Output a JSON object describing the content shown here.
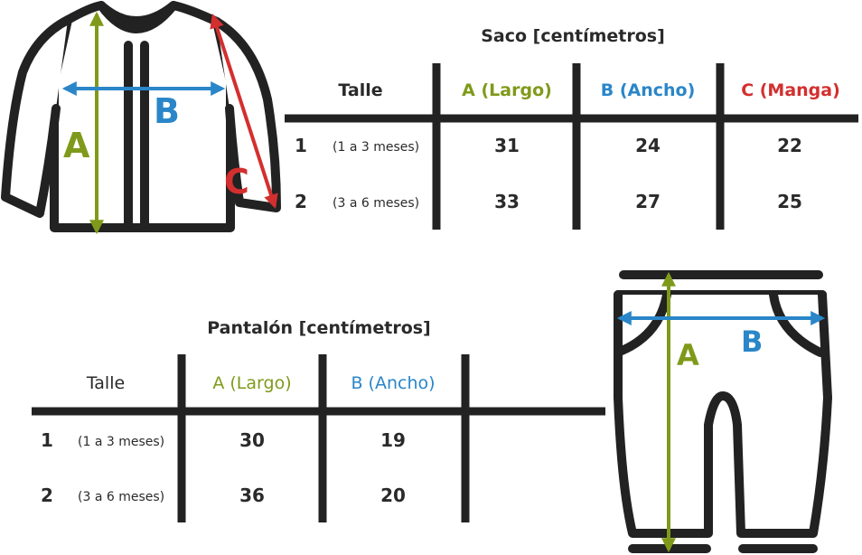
{
  "colors": {
    "a_green": "#7f9a1a",
    "b_blue": "#2a86c8",
    "c_red": "#d32f2f",
    "outline": "#222222"
  },
  "icons": [
    "jacket-icon",
    "pants-icon"
  ],
  "saco": {
    "title": "Saco [centímetros]",
    "headers": {
      "talle": "Talle",
      "a": "A (Largo)",
      "b": "B (Ancho)",
      "c": "C (Manga)"
    },
    "rows": [
      {
        "n": "1",
        "range": "(1 a 3 meses)",
        "a": "31",
        "b": "24",
        "c": "22"
      },
      {
        "n": "2",
        "range": "(3 a 6 meses)",
        "a": "33",
        "b": "27",
        "c": "25"
      }
    ],
    "labels": {
      "a": "A",
      "b": "B",
      "c": "C"
    }
  },
  "pantalon": {
    "title": "Pantalón [centímetros]",
    "headers": {
      "talle": "Talle",
      "a": "A (Largo)",
      "b": "B (Ancho)"
    },
    "rows": [
      {
        "n": "1",
        "range": "(1 a 3 meses)",
        "a": "30",
        "b": "19"
      },
      {
        "n": "2",
        "range": "(3 a 6 meses)",
        "a": "36",
        "b": "20"
      }
    ],
    "labels": {
      "a": "A",
      "b": "B"
    }
  }
}
